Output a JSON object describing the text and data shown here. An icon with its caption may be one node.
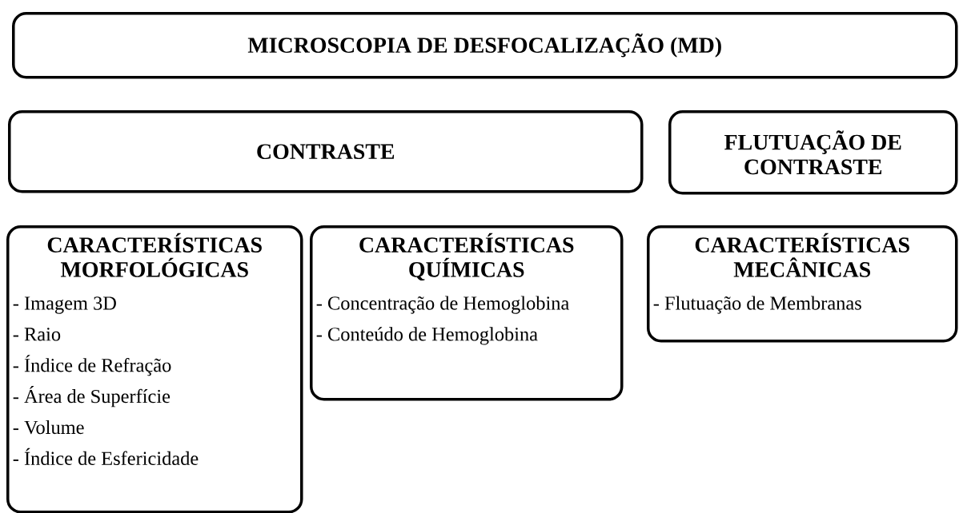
{
  "diagram": {
    "nodes": [
      {
        "text": [
          "MICROSCOPIA DE DESFOCALIZAÇÃO (MD)"
        ]
      },
      {
        "text": [
          "CONTRASTE"
        ]
      },
      {
        "text": [
          "FLUTUAÇÃO DE CONTRASTE"
        ]
      },
      {
        "text": [
          "CARACTERÍSTICAS MORFOLÓGICAS",
          "- Imagem 3D",
          "- Raio",
          "- Índice de Refração",
          "- Área de Superfície",
          "- Volume",
          "- Índice de Esfericidade"
        ]
      },
      {
        "text": [
          "CARACTERÍSTICAS QUÍMICAS",
          "- Concentração de Hemoglobina",
          "- Conteúdo de Hemoglobina"
        ]
      },
      {
        "text": [
          "CARACTERÍSTICAS MECÂNICAS",
          "- Flutuação de Membranas"
        ]
      }
    ]
  }
}
